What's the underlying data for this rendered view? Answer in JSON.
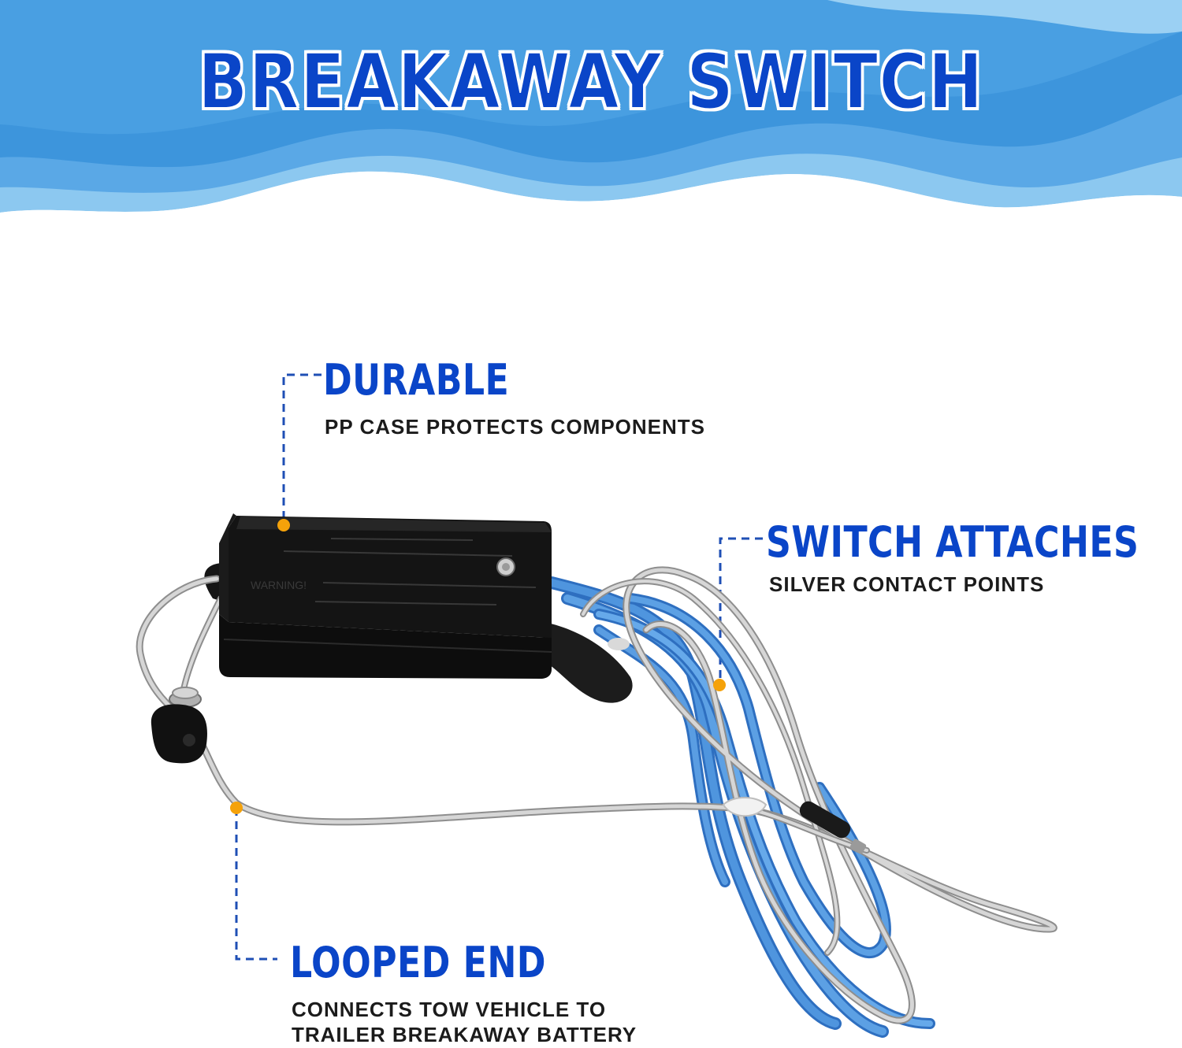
{
  "title": "BREAKAWAY SWITCH",
  "colors": {
    "heading_blue": "#0a45c8",
    "accent_orange": "#f5a20a",
    "wave_light": "#8cc8f0",
    "wave_mid": "#5aa8e6",
    "wave_dark": "#2f86d6"
  },
  "callouts": [
    {
      "heading": "DURABLE",
      "description": "PP CASE PROTECTS COMPONENTS"
    },
    {
      "heading": "SWITCH ATTACHES",
      "description": "SILVER CONTACT POINTS"
    },
    {
      "heading": "LOOPED END",
      "description_line1": "CONNECTS TOW VEHICLE TO",
      "description_line2": "TRAILER BREAKAWAY BATTERY"
    }
  ],
  "product": {
    "box_label_warning": "WARNING!"
  }
}
